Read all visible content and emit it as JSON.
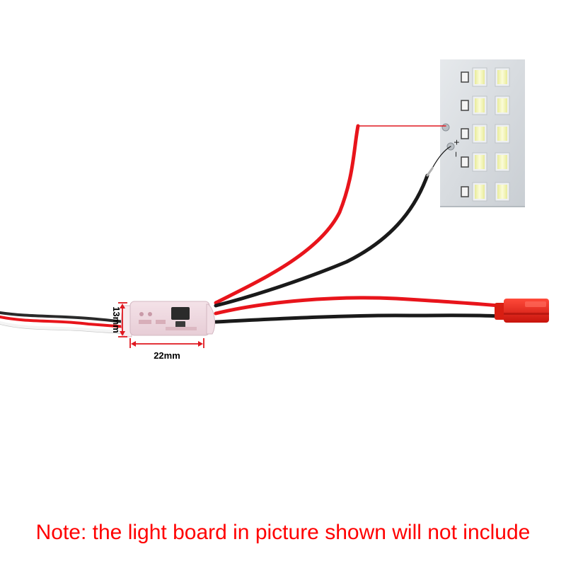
{
  "dimensions": {
    "height_label": "13mm",
    "width_label": "22mm"
  },
  "led_board": {
    "plus_label": "+",
    "minus_label": "−"
  },
  "note": {
    "text": "Note: the light board in picture shown will not include"
  },
  "colors": {
    "red_wire": "#e8141b",
    "black_wire": "#1a1a1a",
    "white_wire": "#f2f2f2",
    "note_text": "#ff0000",
    "dimension_arrows": "#e01820",
    "board": "#d9dde1",
    "led_yellow": "#f3f5b3"
  }
}
